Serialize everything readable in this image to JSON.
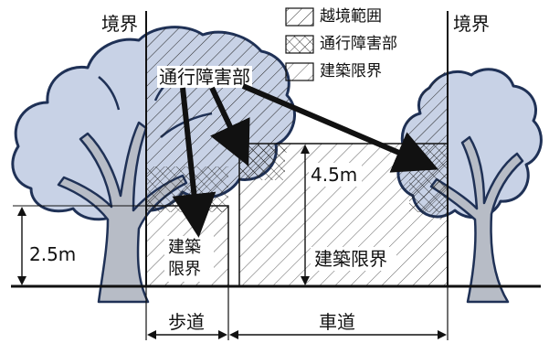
{
  "boundary_left": "境界",
  "boundary_right": "境界",
  "legend": {
    "items": [
      {
        "label": "越境範囲",
        "pattern": "single-hatch"
      },
      {
        "label": "通行障害部",
        "pattern": "cross-hatch"
      },
      {
        "label": "建築限界",
        "pattern": "single-hatch-light"
      }
    ]
  },
  "callout_label": "通行障害部",
  "clearance_label": "建築限界",
  "sidewalk_clearance_label": [
    "建築",
    "限界"
  ],
  "height_road": "4.5m",
  "height_sidewalk": "2.5m",
  "sidewalk_label": "歩道",
  "roadway_label": "車道",
  "colors": {
    "canopy_fill": "#c8d2e6",
    "canopy_stroke": "#1f3156",
    "trunk_fill": "#b7bcc6",
    "line": "#111111",
    "arrow": "#111111"
  }
}
